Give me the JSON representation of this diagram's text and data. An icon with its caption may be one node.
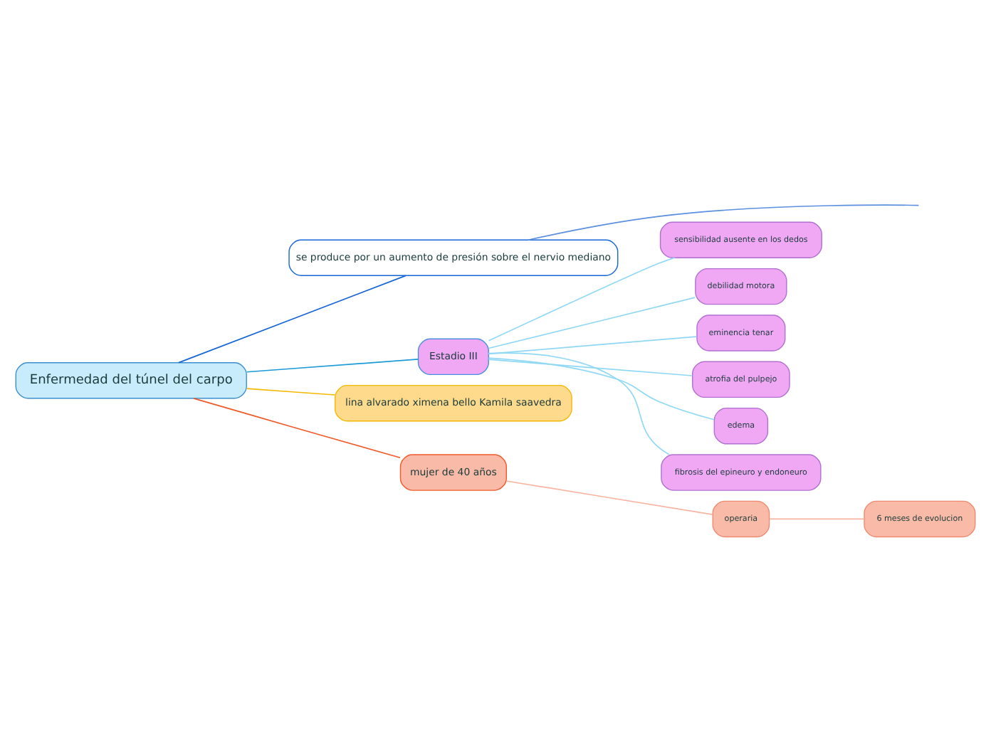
{
  "diagram": {
    "nodes": [
      {
        "text": [
          "Enfermedad del túnel del carpo"
        ]
      },
      {
        "text": [
          "se produce por un aumento de presión sobre el nervio mediano"
        ]
      },
      {
        "text": [
          "Estadio III"
        ]
      },
      {
        "text": [
          "sensibilidad ausente en los dedos"
        ]
      },
      {
        "text": [
          "debilidad motora"
        ]
      },
      {
        "text": [
          "eminencia tenar"
        ]
      },
      {
        "text": [
          "atrofia del pulpejo"
        ]
      },
      {
        "text": [
          "edema"
        ]
      },
      {
        "text": [
          "fibrosis del epineuro y endoneuro"
        ]
      },
      {
        "text": [
          "lina alvarado ximena bello Kamila saavedra"
        ]
      },
      {
        "text": [
          "mujer de 40 años"
        ]
      },
      {
        "text": [
          "operaria"
        ]
      },
      {
        "text": [
          "6 meses de evolucion"
        ]
      }
    ],
    "edges": [
      {
        "from": 0,
        "to": 1,
        "arrow": "none",
        "color": "#1565d8"
      },
      {
        "from": 1,
        "to": null,
        "arrow": "none",
        "color": "#5b8fe0"
      },
      {
        "from": 0,
        "to": 2,
        "arrow": "none",
        "color": "#1a9ad6"
      },
      {
        "from": 2,
        "to": 3,
        "arrow": "none"
      },
      {
        "from": 2,
        "to": 4,
        "arrow": "none"
      },
      {
        "from": 2,
        "to": 5,
        "arrow": "none"
      },
      {
        "from": 2,
        "to": 6,
        "arrow": "none"
      },
      {
        "from": 2,
        "to": 7,
        "arrow": "none"
      },
      {
        "from": 2,
        "to": 8,
        "arrow": "none"
      },
      {
        "from": 0,
        "to": 9,
        "arrow": "none",
        "color": "#f5b800"
      },
      {
        "from": 0,
        "to": 10,
        "arrow": "none",
        "color": "#f05a28"
      },
      {
        "from": 10,
        "to": 11,
        "arrow": "none",
        "color": "#f8b4a0"
      },
      {
        "from": 11,
        "to": 12,
        "arrow": "none",
        "color": "#f8b4a0"
      }
    ]
  }
}
